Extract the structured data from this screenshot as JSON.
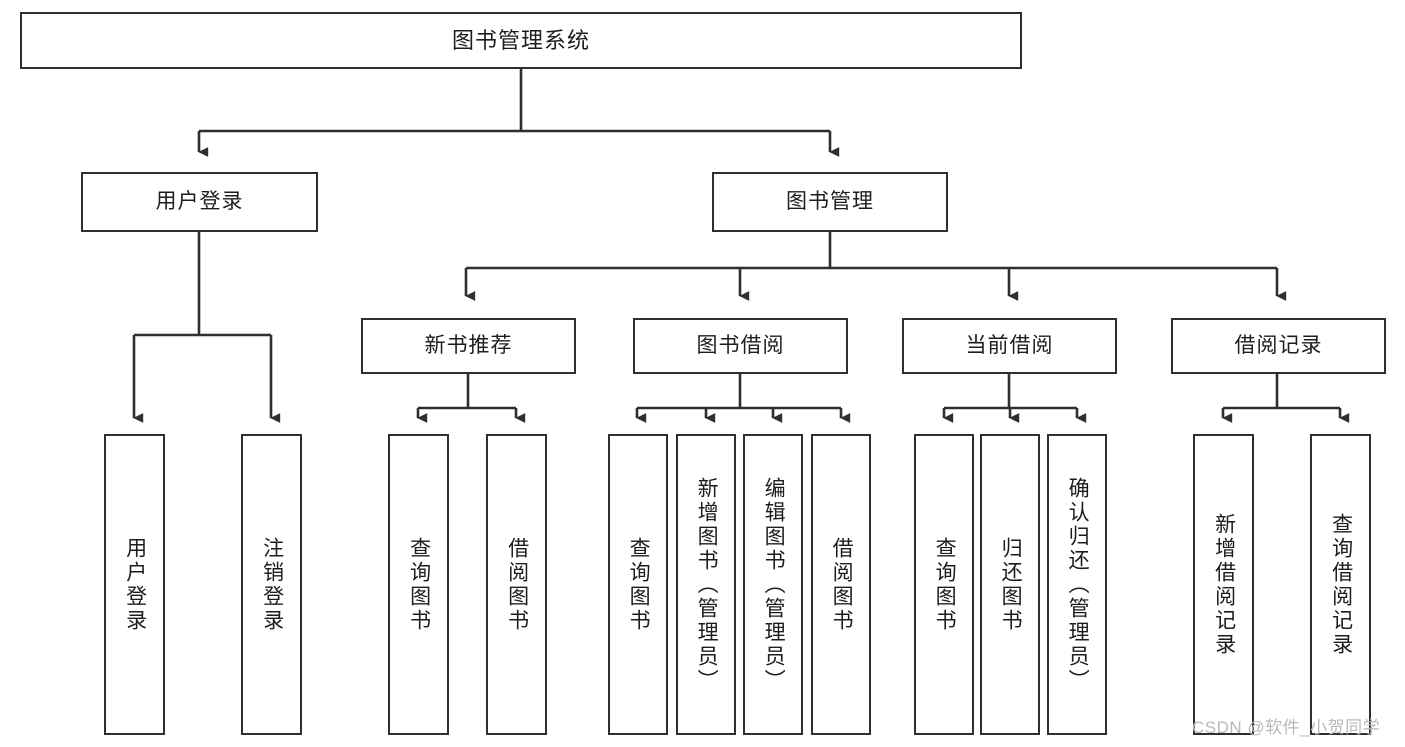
{
  "diagram": {
    "title": "图书管理系统",
    "type": "tree-hierarchy-chart",
    "root": {
      "label": "图书管理系统"
    },
    "level1": [
      {
        "label": "用户登录"
      },
      {
        "label": "图书管理"
      }
    ],
    "level2": [
      {
        "label": "新书推荐"
      },
      {
        "label": "图书借阅"
      },
      {
        "label": "当前借阅"
      },
      {
        "label": "借阅记录"
      }
    ],
    "leaves": {
      "user_login": [
        {
          "label": "用户登录"
        },
        {
          "label": "注销登录"
        }
      ],
      "new_book_recommend": [
        {
          "label": "查询图书"
        },
        {
          "label": "借阅图书"
        }
      ],
      "book_borrow": [
        {
          "label": "查询图书"
        },
        {
          "label": "新增图书（管理员）"
        },
        {
          "label": "编辑图书（管理员）"
        },
        {
          "label": "借阅图书"
        }
      ],
      "current_borrow": [
        {
          "label": "查询图书"
        },
        {
          "label": "归还图书"
        },
        {
          "label": "确认归还（管理员）"
        }
      ],
      "borrow_record": [
        {
          "label": "新增借阅记录"
        },
        {
          "label": "查询借阅记录"
        }
      ]
    }
  },
  "watermark": {
    "text": "CSDN @软件_小贺同学"
  },
  "colors": {
    "box_border": "#2f2f2f",
    "background": "#ffffff",
    "text": "#1d1d1d",
    "connector": "#2f2f2f",
    "watermark": "#b9b9b9"
  }
}
